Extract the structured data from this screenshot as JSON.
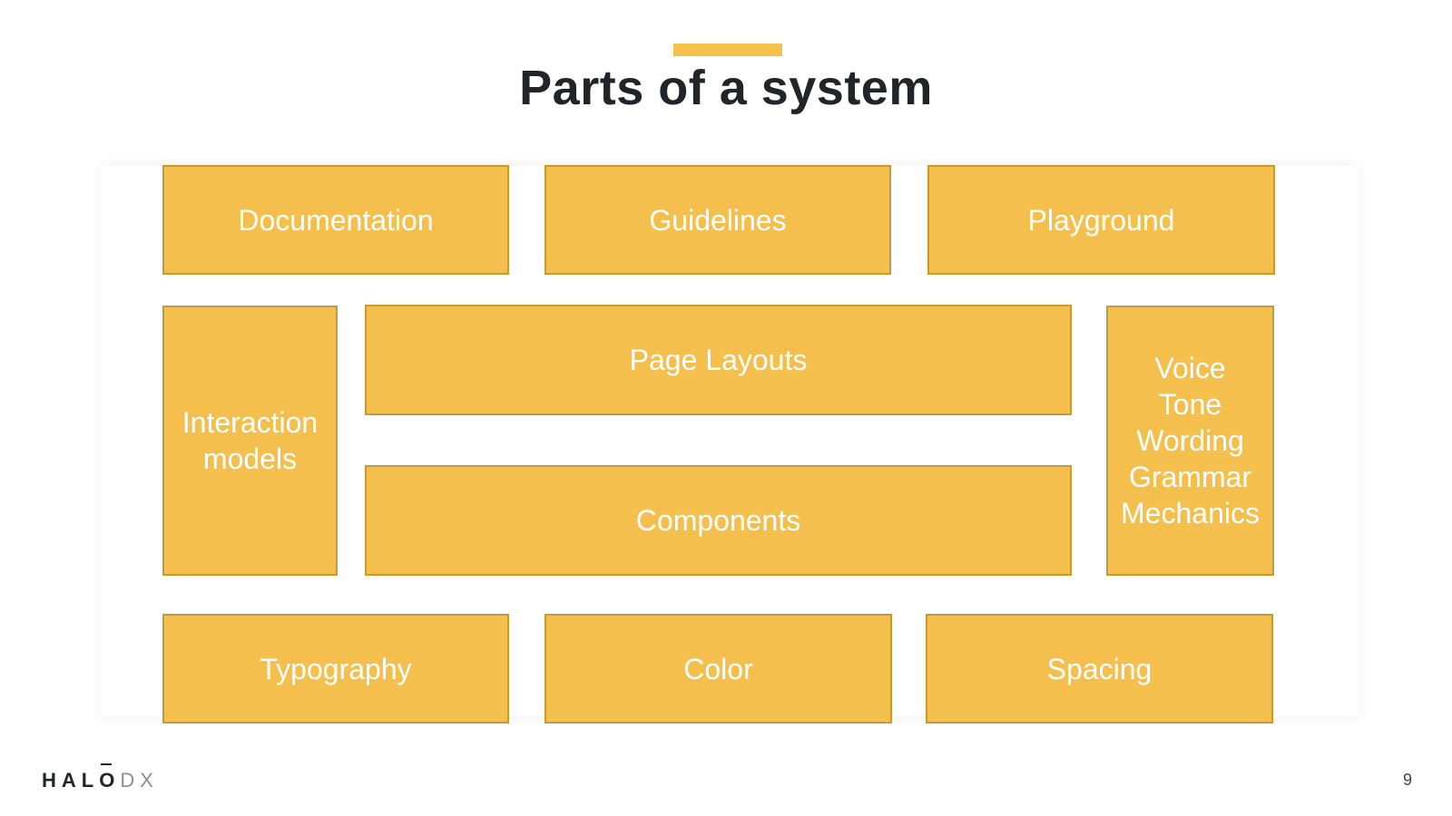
{
  "title": "Parts of a system",
  "boxes": {
    "documentation": "Documentation",
    "guidelines": "Guidelines",
    "playground": "Playground",
    "interaction_models": [
      "Interaction",
      "models"
    ],
    "page_layouts": "Page Layouts",
    "components": "Components",
    "voice_stack": [
      "Voice",
      "Tone",
      "Wording",
      "Grammar",
      "Mechanics"
    ],
    "typography": "Typography",
    "color": "Color",
    "spacing": "Spacing"
  },
  "logo": {
    "part1": "HAL",
    "macron_letter": "O",
    "part2": "DX"
  },
  "page_number": "9",
  "colors": {
    "accent": "#f5c04c",
    "box_fill": "#f5bf4d",
    "box_border": "#c79a35",
    "title": "#222429"
  }
}
